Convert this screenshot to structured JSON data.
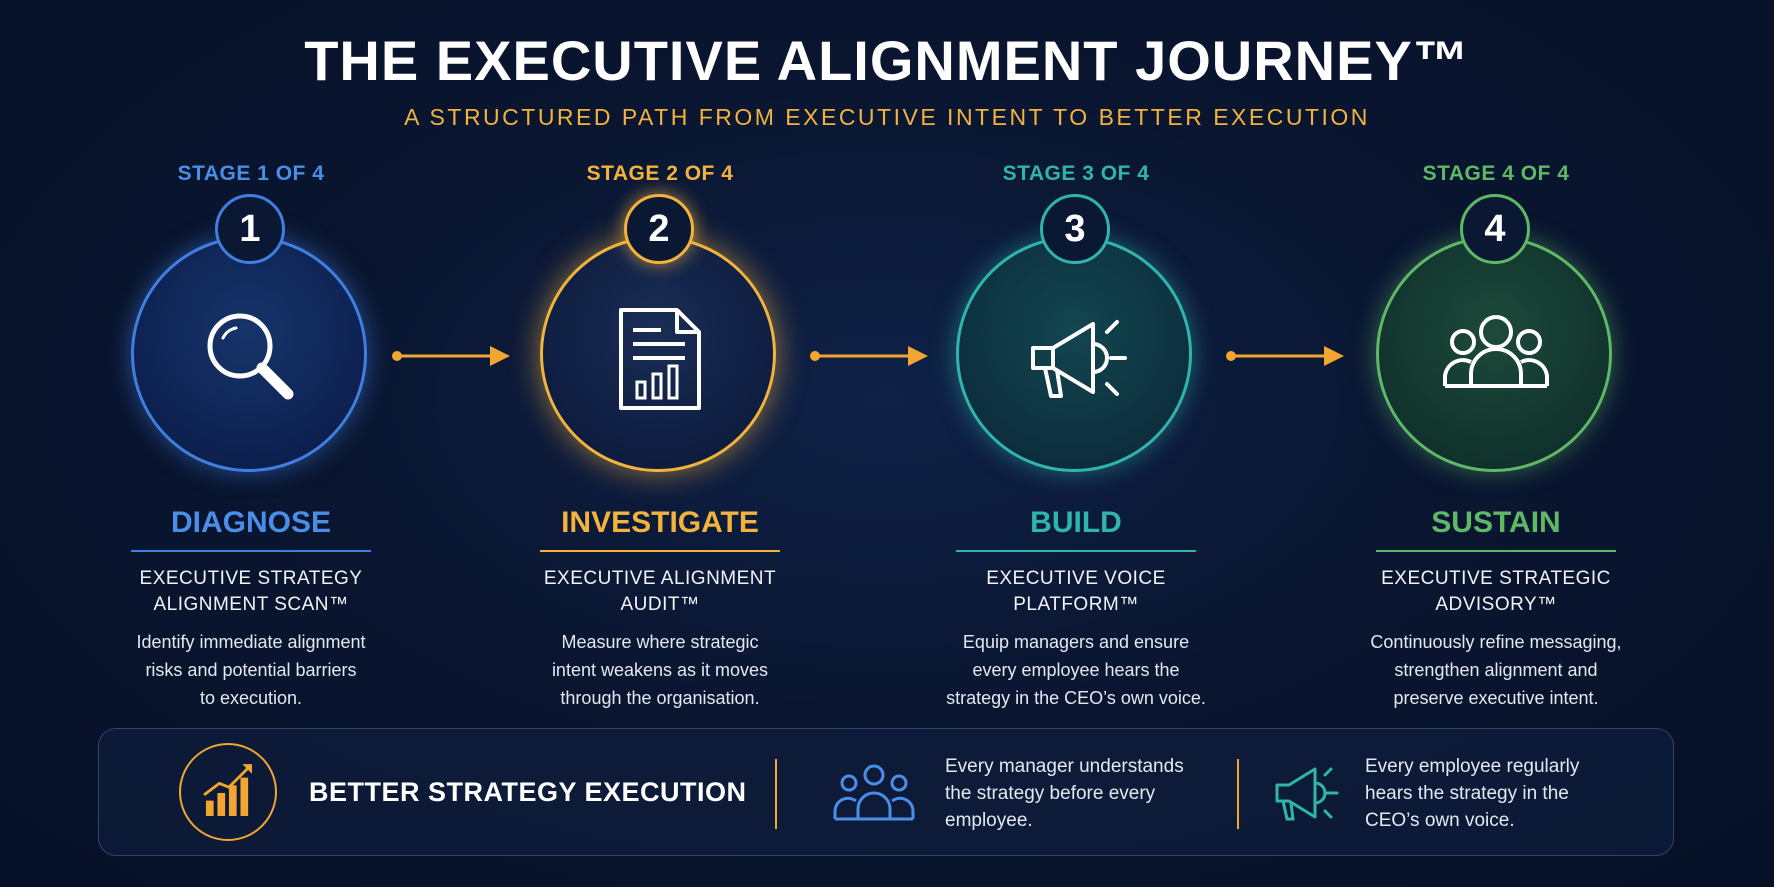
{
  "header": {
    "title": "THE EXECUTIVE ALIGNMENT JOURNEY™",
    "subtitle": "A STRUCTURED PATH FROM EXECUTIVE INTENT TO BETTER EXECUTION"
  },
  "stages": [
    {
      "label": "STAGE 1 OF 4",
      "number": "1",
      "name": "DIAGNOSE",
      "product_line1": "EXECUTIVE STRATEGY",
      "product_line2": "ALIGNMENT SCAN™",
      "desc_line1": "Identify immediate alignment",
      "desc_line2": "risks and potential barriers",
      "desc_line3": "to execution.",
      "color": "#4a8ee8",
      "icon": "magnifier-icon"
    },
    {
      "label": "STAGE 2 OF 4",
      "number": "2",
      "name": "INVESTIGATE",
      "product_line1": "EXECUTIVE ALIGNMENT",
      "product_line2": "AUDIT™",
      "desc_line1": "Measure where strategic",
      "desc_line2": "intent weakens as it moves",
      "desc_line3": "through the organisation.",
      "color": "#f2b33d",
      "icon": "report-document-icon"
    },
    {
      "label": "STAGE 3 OF 4",
      "number": "3",
      "name": "BUILD",
      "product_line1": "EXECUTIVE VOICE",
      "product_line2": "PLATFORM™",
      "desc_line1": "Equip managers and ensure",
      "desc_line2": "every employee hears the",
      "desc_line3": "strategy in the CEO’s own voice.",
      "color": "#2fb5ab",
      "icon": "megaphone-icon"
    },
    {
      "label": "STAGE 4 OF 4",
      "number": "4",
      "name": "SUSTAIN",
      "product_line1": "EXECUTIVE STRATEGIC",
      "product_line2": "ADVISORY™",
      "desc_line1": "Continuously refine messaging,",
      "desc_line2": "strengthen alignment and",
      "desc_line3": "preserve executive intent.",
      "color": "#5fb866",
      "icon": "people-group-icon"
    }
  ],
  "footer": {
    "execution_label": "BETTER STRATEGY EXECUTION",
    "managers_line1": "Every manager understands",
    "managers_line2": "the strategy before every",
    "managers_line3": "employee.",
    "employees_line1": "Every employee regularly",
    "employees_line2": "hears the strategy in the",
    "employees_line3": "CEO’s own voice."
  },
  "colors": {
    "accent": "#f2b33d",
    "background": "#0a1631"
  }
}
